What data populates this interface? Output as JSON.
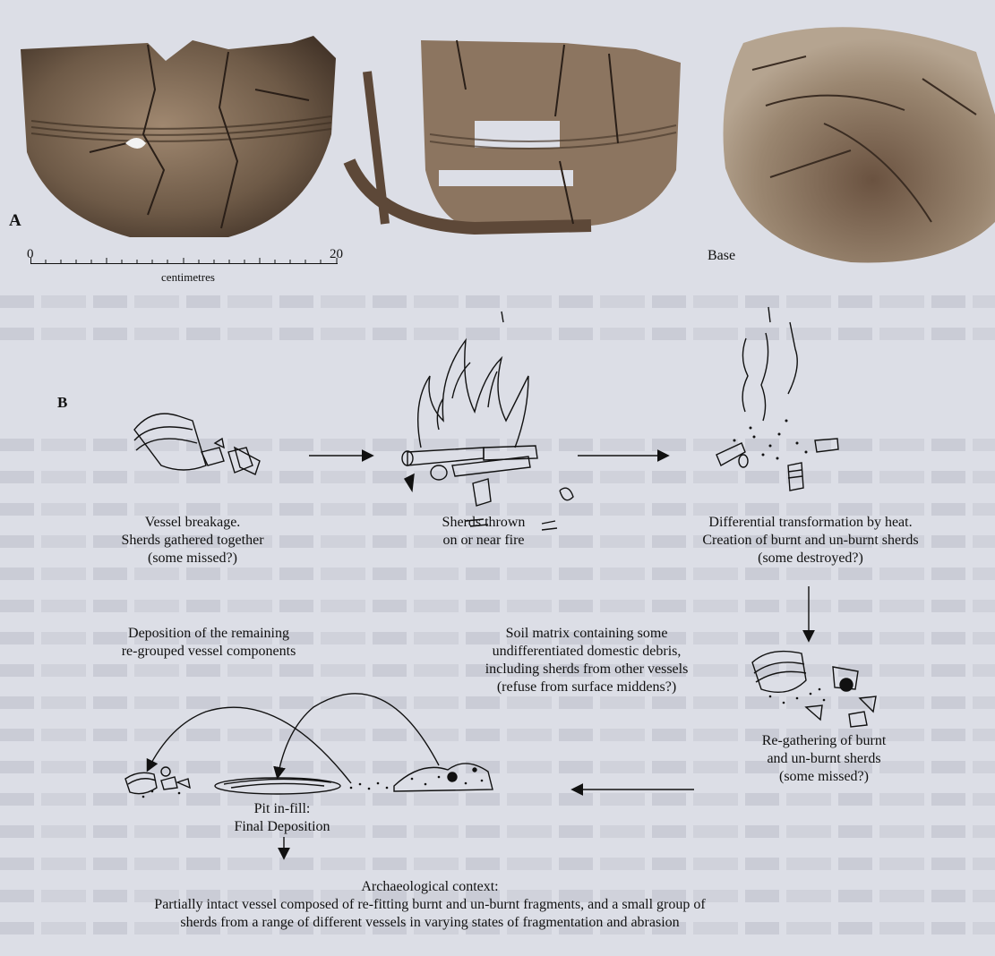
{
  "figure": {
    "panel_a_label": "A",
    "panel_b_label": "B",
    "scale": {
      "start": "0",
      "end": "20",
      "unit": "centimetres"
    },
    "base_label": "Base"
  },
  "steps": {
    "breakage": [
      "Vessel breakage.",
      "Sherds gathered together",
      "(some missed?)"
    ],
    "fire": [
      "Sherds thrown",
      "on or near fire"
    ],
    "heat": [
      "Differential transformation by heat.",
      "Creation of burnt and un-burnt sherds",
      "(some destroyed?)"
    ],
    "regather": [
      "Re-gathering of burnt",
      "and un-burnt sherds",
      "(some missed?)"
    ],
    "soil": [
      "Soil matrix containing some",
      "undifferentiated domestic debris,",
      "including sherds from other vessels",
      "(refuse from surface middens?)"
    ],
    "deposition": [
      "Deposition of the remaining",
      "re-grouped vessel components"
    ],
    "pit": [
      "Pit in-fill:",
      "Final Deposition"
    ],
    "context": [
      "Archaeological context:",
      "Partially intact vessel composed of re-fitting burnt and un-burnt fragments, and a small group of",
      "sherds from a range of different vessels in varying states of fragmentation and abrasion"
    ]
  }
}
